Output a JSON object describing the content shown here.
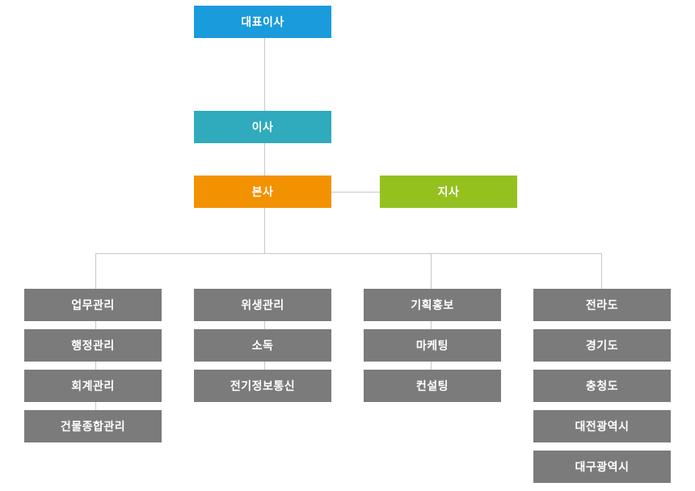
{
  "org": {
    "ceo": {
      "label": "대표이사",
      "color": "#1a9bdc"
    },
    "director": {
      "label": "이사",
      "color": "#2fabbd"
    },
    "hq": {
      "label": "본사",
      "color": "#f39200"
    },
    "branch": {
      "label": "지사",
      "color": "#95c11f"
    },
    "departments": [
      {
        "items": [
          "업무관리",
          "행정관리",
          "회계관리",
          "건물종합관리"
        ]
      },
      {
        "items": [
          "위생관리",
          "소독",
          "전기정보통신"
        ]
      },
      {
        "items": [
          "기획홍보",
          "마케팅",
          "컨설팅"
        ]
      },
      {
        "items": [
          "전라도",
          "경기도",
          "충청도",
          "대전광역시",
          "대구광역시"
        ]
      }
    ],
    "department_color": "#7b7b7b"
  }
}
